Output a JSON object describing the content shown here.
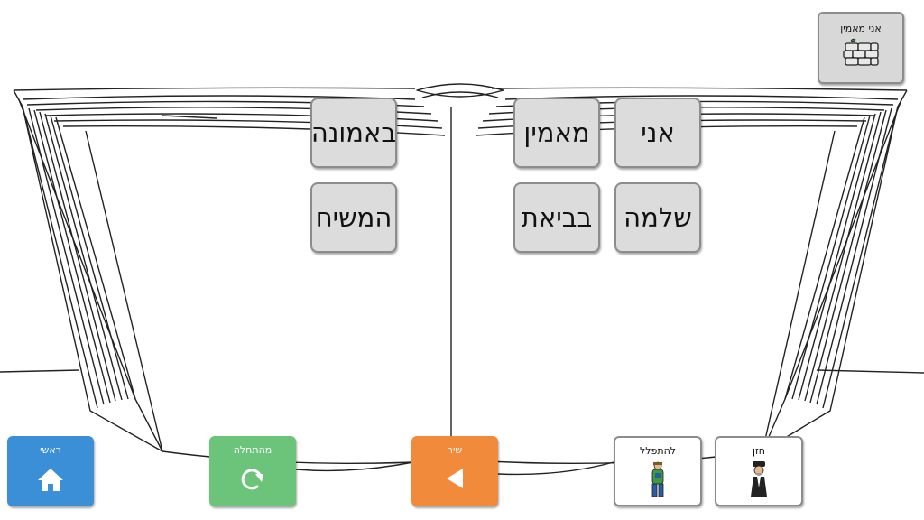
{
  "words": [
    {
      "id": "word-ani",
      "text": "אני"
    },
    {
      "id": "word-maamin",
      "text": "מאמין"
    },
    {
      "id": "word-beemuna",
      "text": "באמונה"
    },
    {
      "id": "word-shlema",
      "text": "שלמה"
    },
    {
      "id": "word-beviat",
      "text": "בביאת"
    },
    {
      "id": "word-hamashiach",
      "text": "המשיח"
    }
  ],
  "sentence_button": {
    "label": "אני מאמין",
    "icon": "brick-wall-icon"
  },
  "bottom_bar": {
    "home": {
      "label": "ראשי",
      "icon": "home-icon",
      "color": "#3b8fd6"
    },
    "restart": {
      "label": "מהתחלה",
      "icon": "restart-icon",
      "color": "#6cc47a"
    },
    "song": {
      "label": "שיר",
      "icon": "play-left-icon",
      "color": "#f28a3b"
    },
    "pray": {
      "label": "להתפלל",
      "icon": "praying-man-icon"
    },
    "cantor": {
      "label": "חזן",
      "icon": "cantor-icon"
    }
  }
}
